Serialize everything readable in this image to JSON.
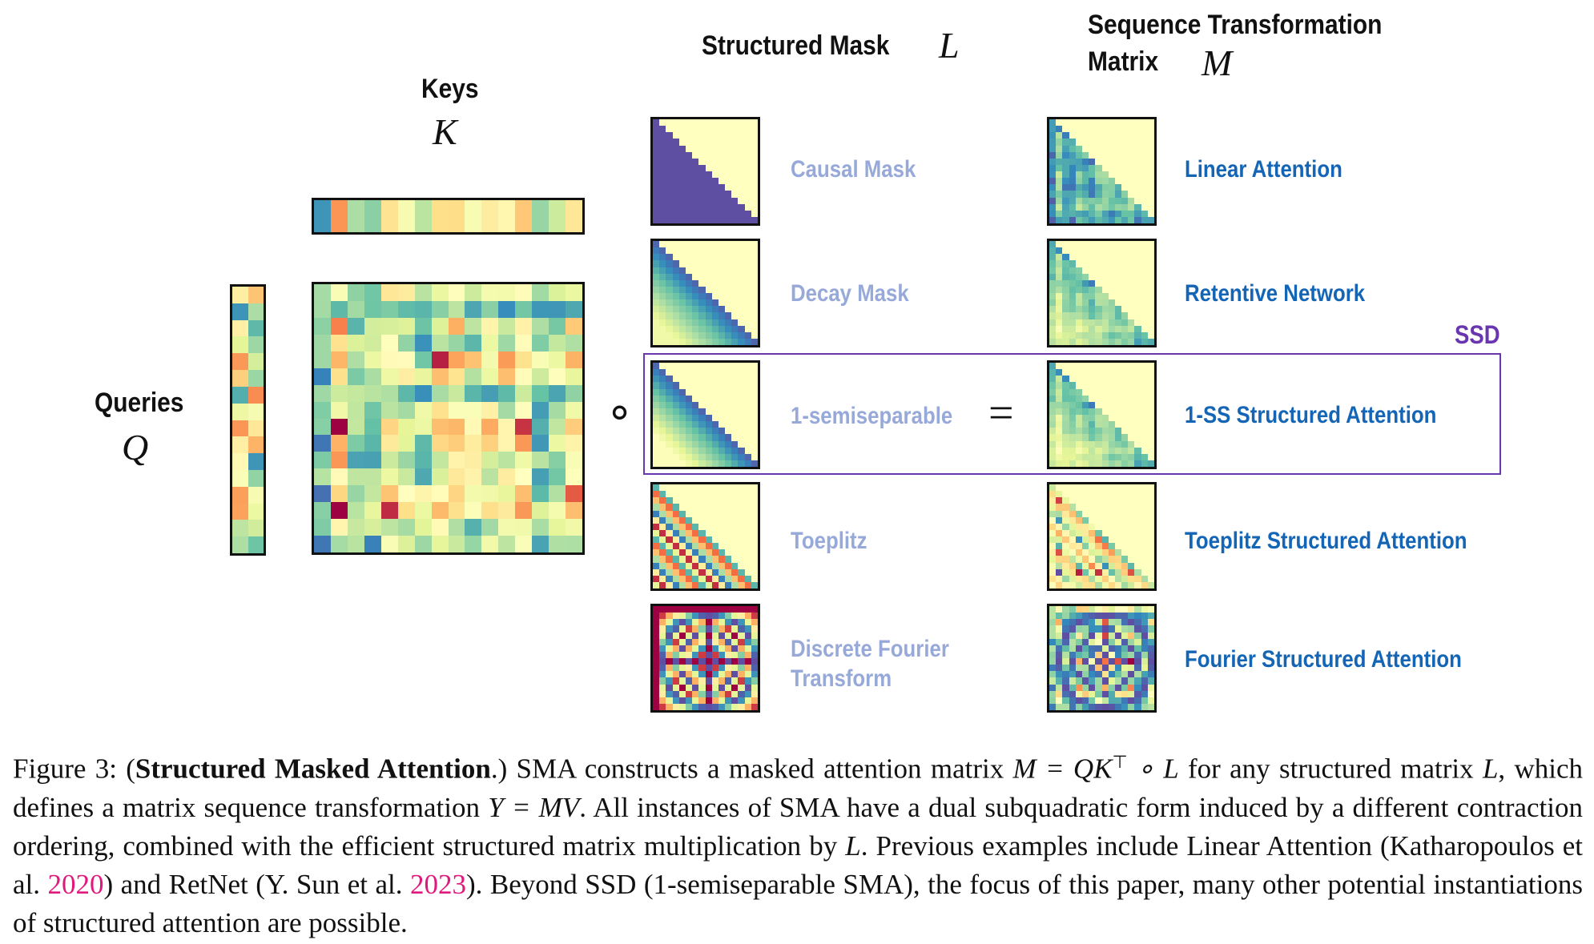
{
  "figure": {
    "keys_title": "Keys",
    "keys_symbol": "K",
    "queries_title": "Queries",
    "queries_symbol": "Q",
    "mask_header_title": "Structured Mask",
    "mask_header_symbol": "L",
    "out_header_line1": "Sequence Transformation",
    "out_header_line2": "Matrix",
    "out_header_symbol": "M",
    "hadamard_symbol": "∘",
    "equals_symbol": "=",
    "ssd_label": "SSD",
    "masks": [
      {
        "label": "Causal Mask",
        "output": "Linear Attention"
      },
      {
        "label": "Decay Mask",
        "output": "Retentive Network"
      },
      {
        "label": "1-semiseparable",
        "output": "1-SS Structured Attention"
      },
      {
        "label": "Toeplitz",
        "output": "Toeplitz Structured Attention"
      },
      {
        "label_line1": "Discrete Fourier",
        "label_line2": "Transform",
        "output": "Fourier Structured Attention"
      }
    ],
    "colors": {
      "low": "#5e4fa2",
      "high": "#fffec2",
      "ssd_box": "#6a36b0",
      "mask_label": "#97a9d9",
      "output_label": "#1465b5",
      "citation": "#e0197d"
    }
  },
  "caption": {
    "figure_num": "Figure 3:",
    "title": "Structured Masked Attention",
    "s1": "SMA constructs a masked attention matrix",
    "eq1": "M = QK",
    "eq1_sup": "⊤",
    "eq1_tail": "∘ L",
    "s2": "for any structured matrix",
    "L": "L",
    "s3": ", which defines a matrix sequence transformation",
    "eq2": "Y = MV",
    "s4": ". All instances of SMA have a dual subquadratic form induced by a different contraction ordering, combined with the efficient structured matrix multiplication by",
    "s5": ". Previous examples include Linear Attention (Katharopoulos et al.",
    "cite1": "2020",
    "s6": ") and RetNet (Y. Sun et al.",
    "cite2": "2023",
    "s7": "). Beyond SSD (1-semiseparable SMA), the focus of this paper, many other potential instantiations of structured attention are possible."
  }
}
